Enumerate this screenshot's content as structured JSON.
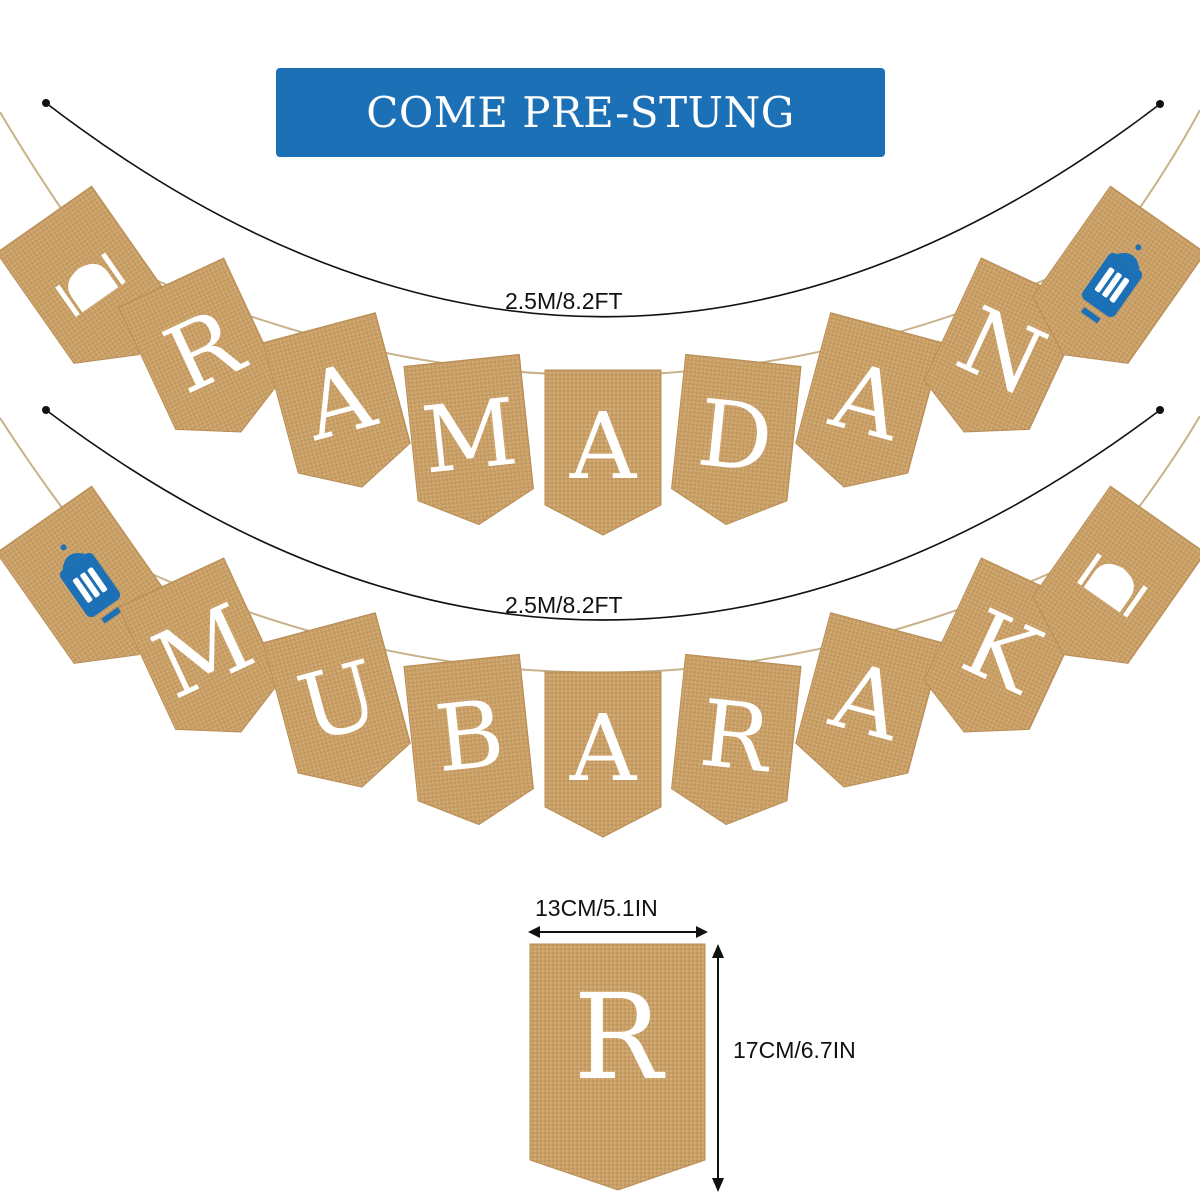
{
  "header": {
    "label": "COME PRE-STUNG"
  },
  "banners": [
    {
      "length_label": "2.5M/8.2FT",
      "left_decoration": "crescent-mosque-icon",
      "right_decoration": "lantern-icon",
      "letters": [
        "R",
        "A",
        "M",
        "A",
        "D",
        "A",
        "N"
      ]
    },
    {
      "length_label": "2.5M/8.2FT",
      "left_decoration": "lantern-icon",
      "right_decoration": "crescent-mosque-icon",
      "letters": [
        "M",
        "U",
        "B",
        "A",
        "R",
        "A",
        "K"
      ]
    }
  ],
  "pennant_detail": {
    "letter": "R",
    "width_label": "13CM/5.1IN",
    "height_label": "17CM/6.7IN"
  },
  "colors": {
    "burlap": "#c9a068",
    "burlap_dark": "#b88d55",
    "blue": "#1c70b5",
    "gold": "#f2c01e",
    "twine": "#c8b28a"
  }
}
